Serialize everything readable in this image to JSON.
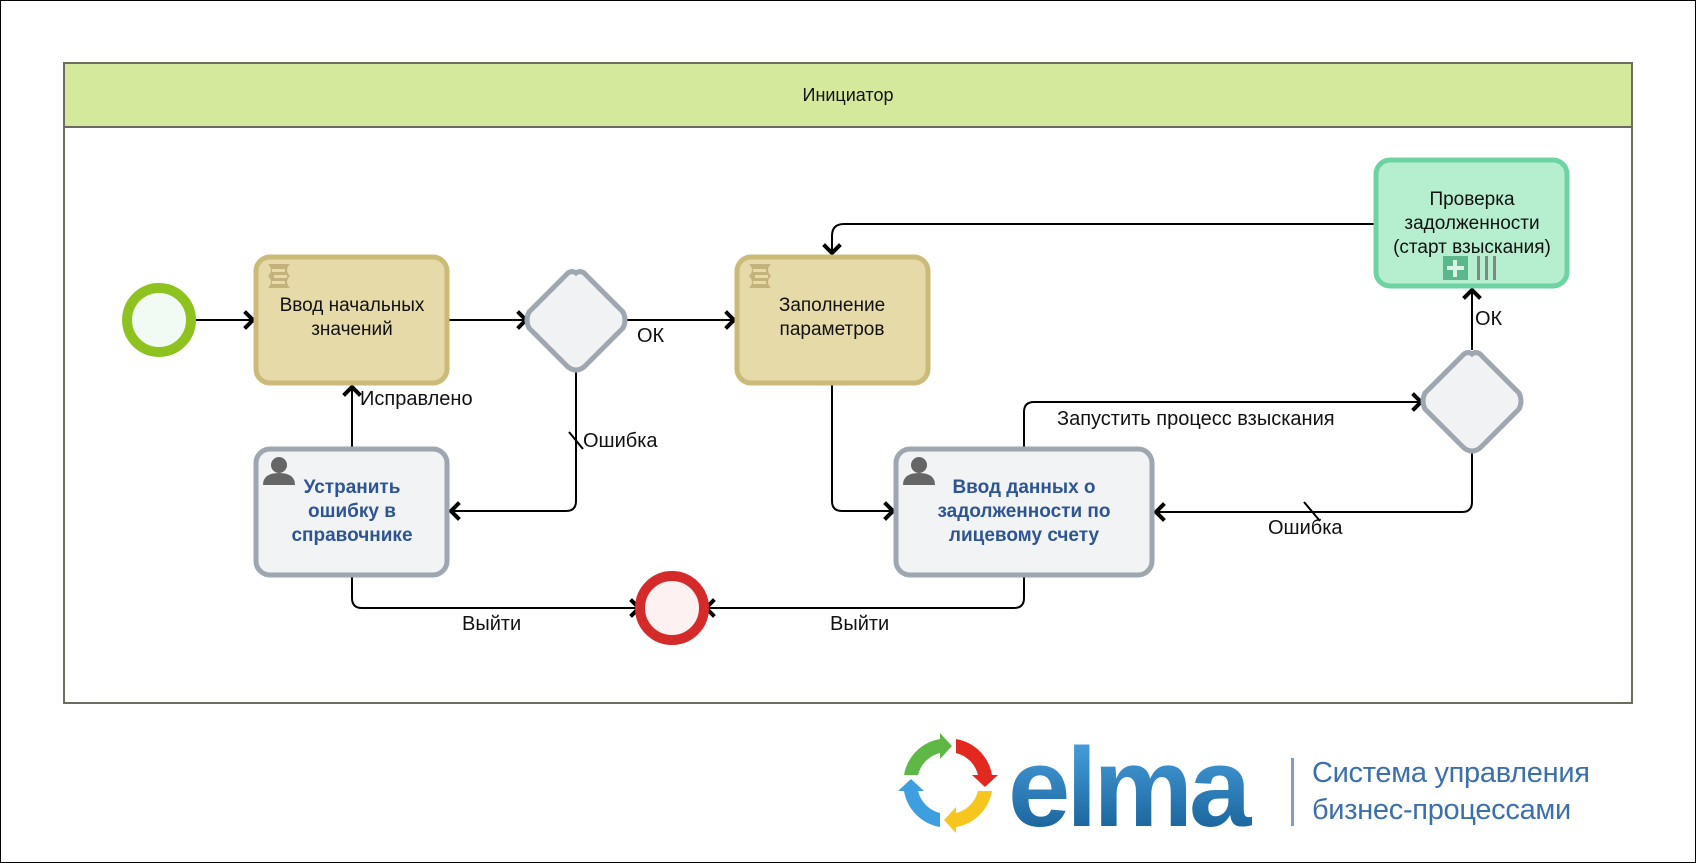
{
  "lane": {
    "title": "Инициатор",
    "header_color": "#d4e99b",
    "border_color": "#6b6b60"
  },
  "nodes": {
    "start_event": {
      "label": "",
      "stroke": "#8dc21f",
      "fill": "#f1fbf3"
    },
    "task_initial_values": {
      "lines": [
        "Ввод начальных",
        "значений"
      ],
      "type": "script-task",
      "fill": "#e5daa8",
      "stroke": "#cbbb79"
    },
    "gateway_1": {
      "type": "exclusive-gateway"
    },
    "task_fill_params": {
      "lines": [
        "Заполнение",
        "параметров"
      ],
      "type": "script-task",
      "fill": "#e5daa8",
      "stroke": "#cbbb79"
    },
    "subprocess_check_debt": {
      "lines": [
        "Проверка",
        "задолженности",
        "(старт взыскания)"
      ],
      "type": "subprocess",
      "fill": "#b6efcf",
      "stroke": "#6dd3a3"
    },
    "gateway_2": {
      "type": "exclusive-gateway"
    },
    "user_task_fix_error": {
      "lines": [
        "Устранить",
        "ошибку в",
        "справочнике"
      ],
      "type": "user-task",
      "fill": "#f2f3f5",
      "stroke": "#9ea6b0"
    },
    "user_task_enter_debt": {
      "lines": [
        "Ввод данных о",
        "задолженности по",
        "лицевому счету"
      ],
      "type": "user-task",
      "fill": "#f2f3f5",
      "stroke": "#9ea6b0"
    },
    "end_event": {
      "label": "",
      "stroke": "#d42a2a",
      "fill": "#fdf1f1"
    }
  },
  "flows": {
    "ok_1": "ОК",
    "error_1": "Ошибка",
    "fixed": "Исправлено",
    "exit_1": "Выйти",
    "exit_2": "Выйти",
    "start_collection": "Запустить процесс взыскания",
    "ok_2": "ОК",
    "error_2": "Ошибка"
  },
  "logo": {
    "brand": "elma",
    "tagline_line1": "Система управления",
    "tagline_line2": "бизнес-процессами",
    "brand_color": "#1f6fae",
    "tagline_color": "#3b6fae"
  }
}
